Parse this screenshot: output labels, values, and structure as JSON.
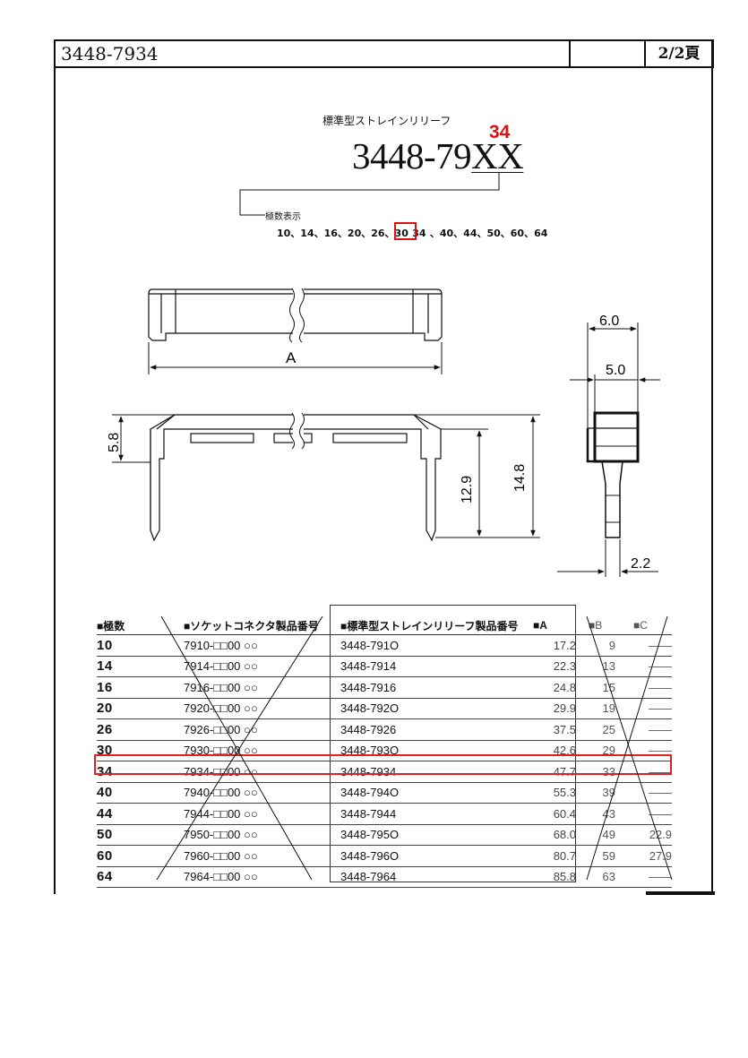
{
  "header": {
    "code": "3448-7934",
    "page": "2/2頁"
  },
  "title_jp": "標準型ストレインリリーフ",
  "part_number": {
    "prefix": "3448-79",
    "suffix": "XX"
  },
  "selected_poles": "34",
  "poles_label": "極数表示",
  "poles_list_before": "10、14、16、20、26、30",
  "poles_list_after": "、40、44、50、60、64",
  "dims": {
    "a": "A",
    "h1": "5.8",
    "h2": "12.9",
    "h3": "14.8",
    "w1": "6.0",
    "w2": "5.0",
    "w3": "2.2"
  },
  "table": {
    "headers": [
      "■極数",
      "■ソケットコネクタ製品番号",
      "■標準型ストレインリリーフ製品番号",
      "■A",
      "■B",
      "■C"
    ],
    "rows": [
      {
        "poles": "10",
        "socket": "7910-□□00 ○○",
        "relief": "3448-791O",
        "a": "17.2",
        "b": "9",
        "c": "——"
      },
      {
        "poles": "14",
        "socket": "7914-□□00 ○○",
        "relief": "3448-7914",
        "a": "22.3",
        "b": "13",
        "c": "——"
      },
      {
        "poles": "16",
        "socket": "7916-□□00 ○○",
        "relief": "3448-7916",
        "a": "24.8",
        "b": "15",
        "c": "——"
      },
      {
        "poles": "20",
        "socket": "7920-□□00 ○○",
        "relief": "3448-792O",
        "a": "29.9",
        "b": "19",
        "c": "——"
      },
      {
        "poles": "26",
        "socket": "7926-□□00 ○○",
        "relief": "3448-7926",
        "a": "37.5",
        "b": "25",
        "c": "——"
      },
      {
        "poles": "30",
        "socket": "7930-□□00 ○○",
        "relief": "3448-793O",
        "a": "42.6",
        "b": "29",
        "c": "——"
      },
      {
        "poles": "34",
        "socket": "7934-□□00 ○○",
        "relief": "3448-7934",
        "a": "47.7",
        "b": "33",
        "c": "——"
      },
      {
        "poles": "40",
        "socket": "7940-□□00 ○○",
        "relief": "3448-794O",
        "a": "55.3",
        "b": "39",
        "c": "——"
      },
      {
        "poles": "44",
        "socket": "7944-□□00 ○○",
        "relief": "3448-7944",
        "a": "60.4",
        "b": "43",
        "c": "——"
      },
      {
        "poles": "50",
        "socket": "7950-□□00 ○○",
        "relief": "3448-795O",
        "a": "68.0",
        "b": "49",
        "c": "22.9"
      },
      {
        "poles": "60",
        "socket": "7960-□□00 ○○",
        "relief": "3448-796O",
        "a": "80.7",
        "b": "59",
        "c": "27.9"
      },
      {
        "poles": "64",
        "socket": "7964-□□00 ○○",
        "relief": "3448-7964",
        "a": "85.8",
        "b": "63",
        "c": "——"
      }
    ]
  }
}
